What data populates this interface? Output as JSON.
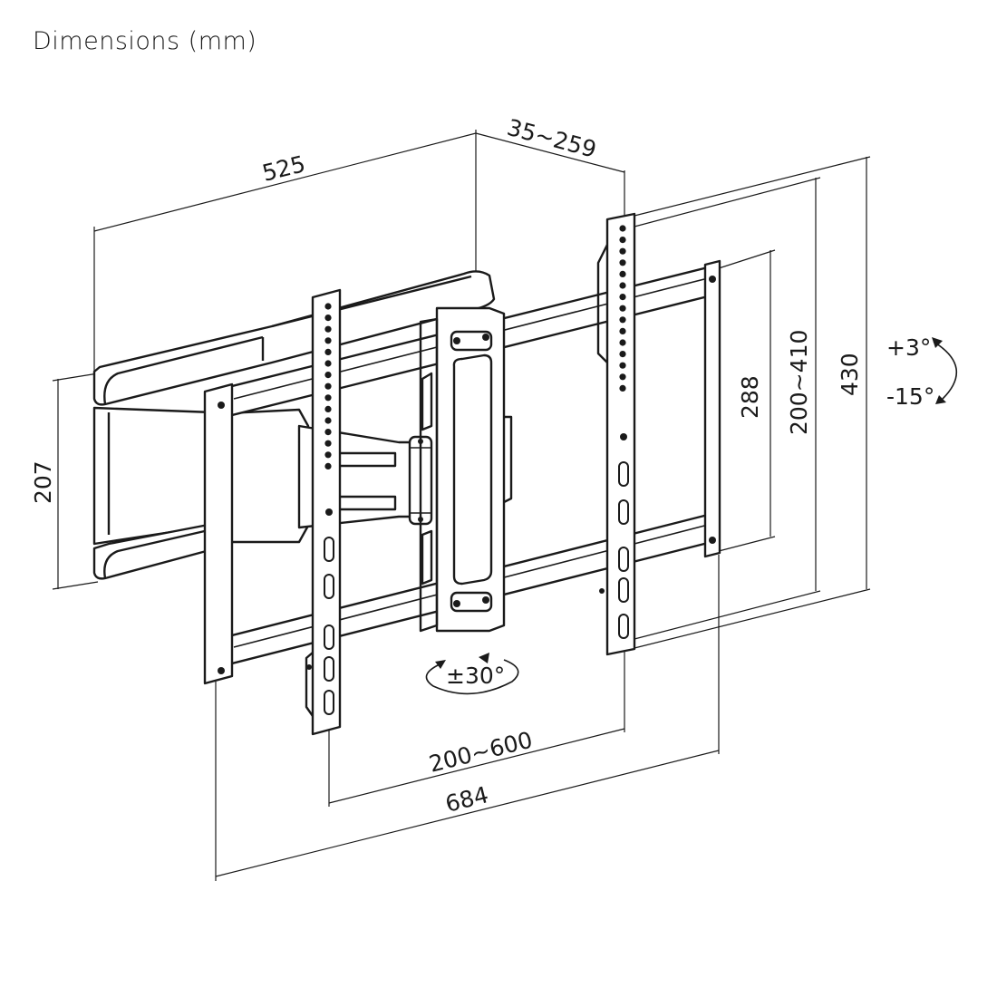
{
  "title": "Dimensions (mm)",
  "dimensions": {
    "depth": "525",
    "extension": "35~259",
    "wall_plate_height": "207",
    "tilt_up": "+3°",
    "tilt_down": "-15°",
    "swivel": "±30°",
    "vesa_v_small": "288",
    "vesa_v": "200~410",
    "total_height": "430",
    "vesa_h": "200~600",
    "total_width": "684"
  }
}
